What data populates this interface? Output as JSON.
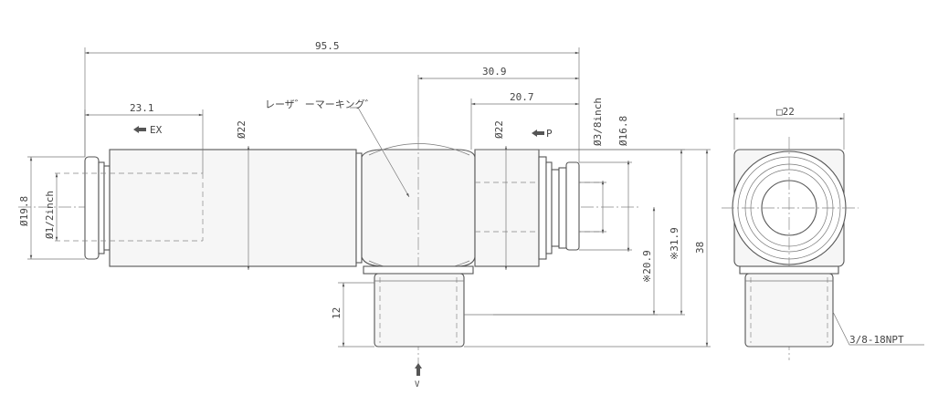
{
  "dimensions": {
    "overall_length": "95.5",
    "length_30_9": "30.9",
    "length_20_7": "20.7",
    "length_23_1": "23.1",
    "dia_22_left": "Ø22",
    "dia_22_right": "Ø22",
    "dia_19_8": "Ø19.8",
    "tube_half_inch": "Ø1/2inch",
    "tube_3_8_inch": "Ø3/8inch",
    "dia_16_8": "Ø16.8",
    "dim_20_9": "※20.9",
    "dim_31_9": "※31.9",
    "height_38": "38",
    "thread_12": "12",
    "square_22": "□22"
  },
  "annotations": {
    "laser_marking": "レーザ゛ーマーキング゛",
    "ex_port": "EX",
    "p_port": "P",
    "thread_spec": "3/8-18NPT",
    "bottom_arrow_label": "V"
  },
  "colors": {
    "line": "#555555",
    "text": "#444444",
    "body_fill": "#f6f6f6"
  }
}
